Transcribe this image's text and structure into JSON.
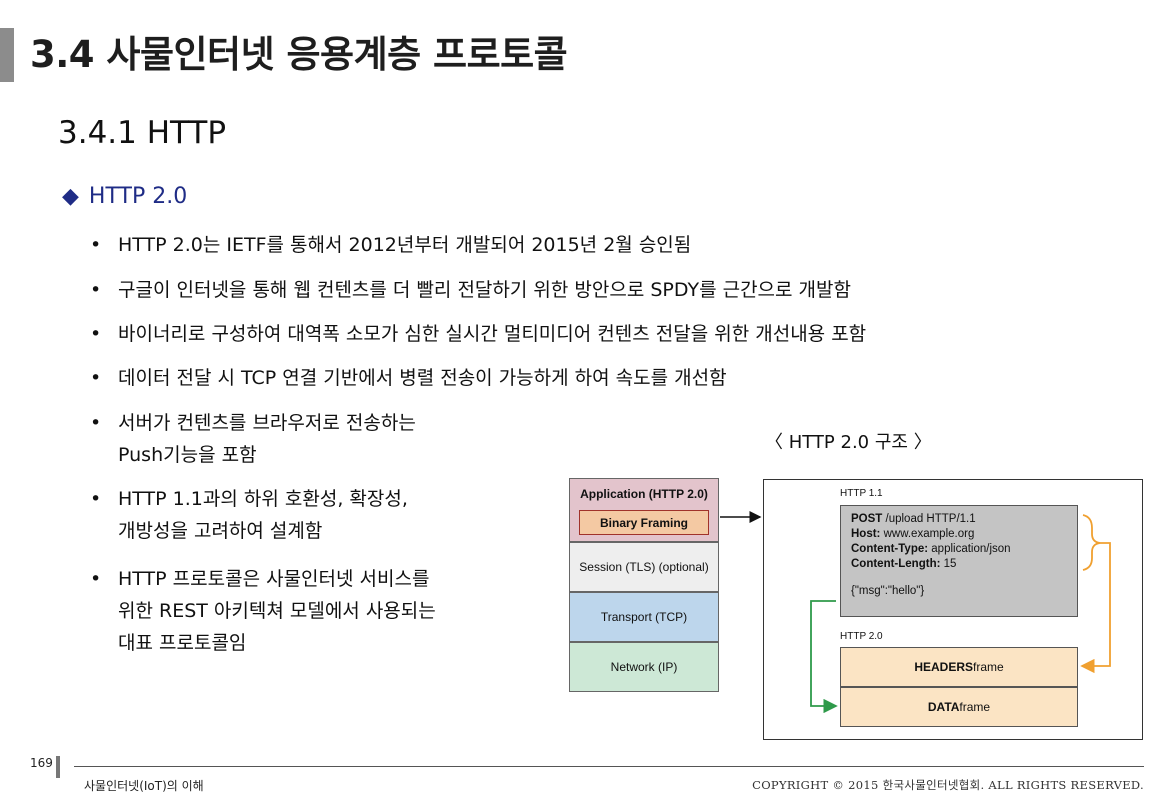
{
  "title": "3.4 사물인터넷 응용계층 프로토콜",
  "subtitle": "3.4.1 HTTP",
  "heading": {
    "icon": "diamond-icon",
    "text": "HTTP 2.0",
    "color": "#1f2c86"
  },
  "bullets": [
    [
      "HTTP 2.0는 IETF를 통해서 2012년부터 개발되어 2015년 2월 승인됨"
    ],
    [
      "구글이 인터넷을 통해 웹 컨텐츠를 더 빨리 전달하기 위한 방안으로 SPDY를 근간으로 개발함"
    ],
    [
      "바이너리로 구성하여 대역폭 소모가 심한 실시간 멀티미디어 컨텐츠 전달을 위한 개선내용 포함"
    ],
    [
      "데이터 전달 시 TCP 연결 기반에서 병렬 전송이 가능하게 하여 속도를 개선함"
    ],
    [
      "서버가 컨텐츠를 브라우저로 전송하는",
      "Push기능을 포함"
    ],
    [
      "HTTP 1.1과의 하위 호환성, 확장성,",
      "개방성을 고려하여 설계함"
    ],
    [
      "HTTP 프로토콜은 사물인터넷 서비스를",
      "위한 REST 아키텍쳐 모델에서 사용되는",
      "대표 프로토콜임"
    ]
  ],
  "figure": {
    "caption": "〈 HTTP 2.0 구조 〉",
    "stack": {
      "application": "Application (HTTP 2.0)",
      "binary_framing": "Binary Framing",
      "session": "Session (TLS) (optional)",
      "transport": "Transport (TCP)",
      "network": "Network (IP)"
    },
    "http11_label": "HTTP 1.1",
    "request": {
      "method_prefix": "POST",
      "method_rest": " /upload HTTP/1.1",
      "host_key": "Host:",
      "host_val": " www.example.org",
      "ctype_key": "Content-Type:",
      "ctype_val": " application/json",
      "clen_key": "Content-Length:",
      "clen_val": " 15",
      "body": "{\"msg\":\"hello\"}"
    },
    "http2_label": "HTTP 2.0",
    "headers_frame": {
      "bold": "HEADERS",
      "rest": " frame"
    },
    "data_frame": {
      "bold": "DATA",
      "rest": " frame"
    },
    "colors": {
      "orange_arrow": "#f0a030",
      "green_arrow": "#2e9a4a"
    }
  },
  "footer": {
    "page_number": "169",
    "left": "사물인터넷(IoT)의 이해",
    "right": "COPYRIGHT © 2015 한국사물인터넷협회. ALL RIGHTS RESERVED."
  }
}
